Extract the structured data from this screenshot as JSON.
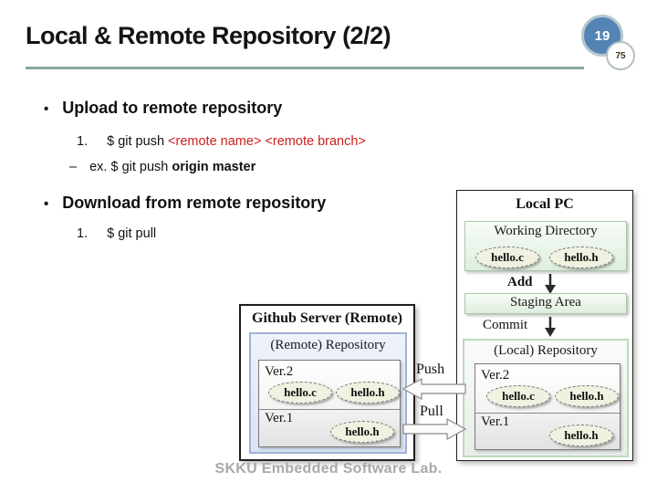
{
  "slide": {
    "title": "Local & Remote Repository (2/2)",
    "page_current": "19",
    "page_total": "75",
    "footer": "SKKU Embedded Software Lab."
  },
  "content": {
    "bullet_char": "•",
    "sections": [
      {
        "heading": "Upload to remote repository",
        "items": [
          {
            "marker": "1.",
            "prefix": "$ git push ",
            "highlight": "<remote name> <remote branch>"
          },
          {
            "marker": "–",
            "prefix": "ex. $ git push ",
            "bold": "origin master"
          }
        ]
      },
      {
        "heading": "Download from remote repository",
        "items": [
          {
            "marker": "1.",
            "prefix": "$ git pull"
          }
        ]
      }
    ]
  },
  "diagram": {
    "local_pc": {
      "title": "Local PC",
      "working_directory": {
        "label": "Working Directory",
        "files": [
          "hello.c",
          "hello.h"
        ]
      },
      "add_label": "Add",
      "staging_area_label": "Staging Area",
      "commit_label": "Commit",
      "repository": {
        "label": "(Local) Repository",
        "versions": [
          {
            "name": "Ver.2",
            "files": [
              "hello.c",
              "hello.h"
            ]
          },
          {
            "name": "Ver.1",
            "files": [
              "hello.h"
            ]
          }
        ]
      }
    },
    "github_server": {
      "title": "Github Server (Remote)",
      "repository": {
        "label": "(Remote) Repository",
        "versions": [
          {
            "name": "Ver.2",
            "files": [
              "hello.c",
              "hello.h"
            ]
          },
          {
            "name": "Ver.1",
            "files": [
              "hello.h"
            ]
          }
        ]
      }
    },
    "push_label": "Push",
    "pull_label": "Pull"
  },
  "colors": {
    "accent_red": "#cc2020",
    "badge_blue": "#5484b4",
    "underline_teal": "#8ba5a2",
    "footer_gray": "#a9a9a9",
    "working_box_green": "#ddeede",
    "remote_box_blue": "#dce6f4",
    "local_repo_border_green": "#b9dcb9",
    "ellipse_cream": "#f0f1e0"
  }
}
